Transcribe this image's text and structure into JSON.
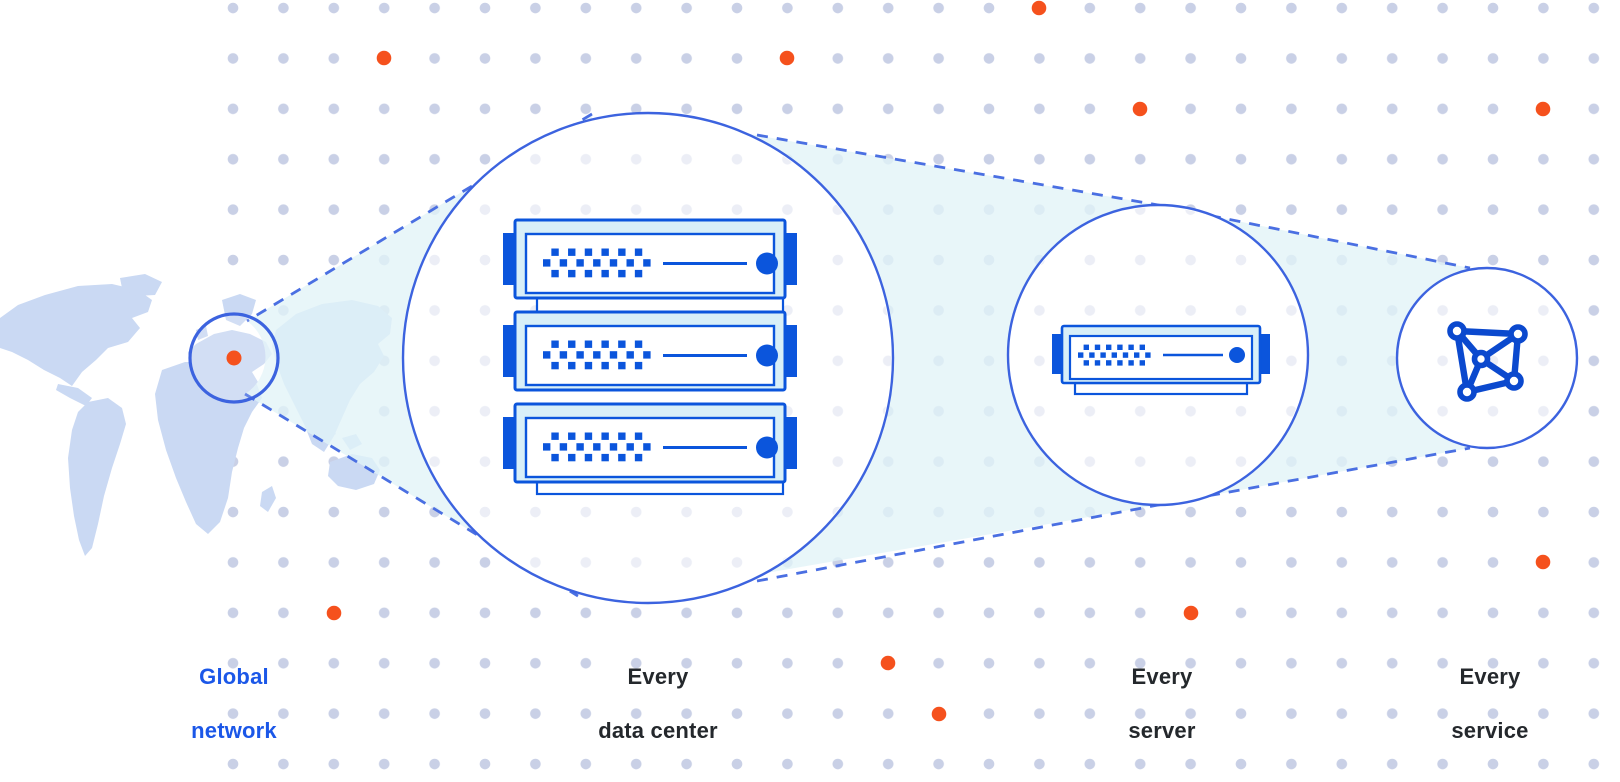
{
  "diagram": {
    "stages": [
      {
        "id": "global-network",
        "icon": "world-map-location-icon",
        "caption_line1": "Global",
        "caption_line2": "network",
        "caption_color": "#1B57E8"
      },
      {
        "id": "every-data-center",
        "icon": "server-rack-icon",
        "caption_line1": "Every",
        "caption_line2": "data center",
        "caption_color": "#24282C"
      },
      {
        "id": "every-server",
        "icon": "server-icon",
        "caption_line1": "Every",
        "caption_line2": "server",
        "caption_color": "#24282C"
      },
      {
        "id": "every-service",
        "icon": "network-mesh-icon",
        "caption_line1": "Every",
        "caption_line2": "service",
        "caption_color": "#24282C"
      }
    ],
    "colors": {
      "accent_blue": "#0B55DC",
      "icon_blue": "#0B49CE",
      "circle_stroke": "#3C63DF",
      "dashed_line": "#4A6FE2",
      "funnel_fill": "#E2F3F7",
      "server_panel_fill": "#D8EFF8",
      "map_fill": "#CAD9F3",
      "grid_dot": "#C3CBE3",
      "highlight_orange": "#F5511D",
      "caption_dark": "#24282C",
      "caption_blue": "#1B57E8",
      "background": "#FFFFFF"
    }
  }
}
